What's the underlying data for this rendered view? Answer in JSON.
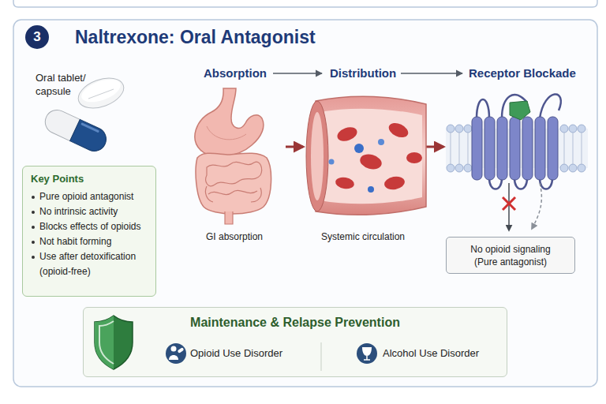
{
  "diagram": {
    "title": "Naltrexone: Oral Antagonist",
    "nodes": [
      {
        "text": [
          "3"
        ]
      },
      {
        "text": [
          "Key Points",
          "Pure opioid antagonist",
          "No intrinsic activity",
          "Blocks effects of opioids",
          "Not habit forming",
          "Use after detoxification (opioid-free)"
        ]
      },
      {
        "text": [
          "No opioid signaling (Pure antagonist)"
        ]
      },
      {
        "text": [
          "Maintenance & Relapse Prevention",
          "Opioid Use Disorder",
          "Alcohol Use Disorder"
        ]
      }
    ],
    "labels": [
      "Oral tablet/ capsule",
      "Absorption",
      "Distribution",
      "Receptor Blockade",
      "GI absorption",
      "Systemic circulation"
    ]
  }
}
